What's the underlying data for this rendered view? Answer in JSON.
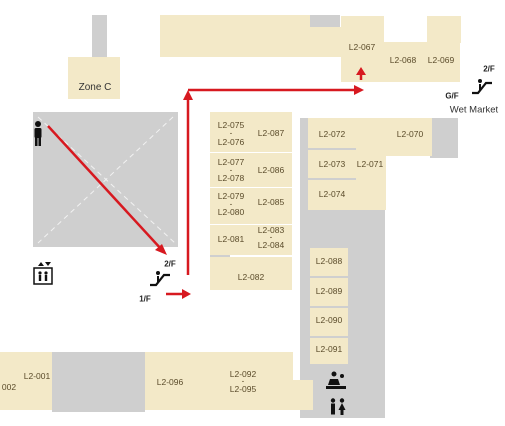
{
  "shops": [
    {
      "id": "L2-067"
    },
    {
      "id": "L2-068"
    },
    {
      "id": "L2-069"
    },
    {
      "id": "L2-072"
    },
    {
      "id": "L2-070"
    },
    {
      "id": "L2-073"
    },
    {
      "id": "L2-071"
    },
    {
      "id": "L2-074"
    },
    {
      "id": "L2-075"
    },
    {
      "id": "L2-076"
    },
    {
      "id": "L2-087"
    },
    {
      "id": "L2-077"
    },
    {
      "id": "L2-078"
    },
    {
      "id": "L2-086"
    },
    {
      "id": "L2-079"
    },
    {
      "id": "L2-080"
    },
    {
      "id": "L2-085"
    },
    {
      "id": "L2-081"
    },
    {
      "id": "L2-083"
    },
    {
      "id": "L2-084"
    },
    {
      "id": "L2-082"
    },
    {
      "id": "L2-088"
    },
    {
      "id": "L2-089"
    },
    {
      "id": "L2-090"
    },
    {
      "id": "L2-091"
    },
    {
      "id": "L2-096"
    },
    {
      "id": "L2-092"
    },
    {
      "id": "L2-095"
    },
    {
      "id": "L2-001"
    },
    {
      "id": "002"
    }
  ],
  "zones": {
    "zone_c": "Zone C"
  },
  "escalators": {
    "left": {
      "up": "2/F",
      "down": "1/F"
    },
    "right": {
      "up": "2/F",
      "down": "G/F",
      "label": "Wet Market"
    }
  },
  "colors": {
    "shop": "#f3e9c8",
    "corridor": "#cfcfcf",
    "route": "#d71920"
  },
  "icons": [
    "person-icon",
    "lift-icon",
    "escalator-icon",
    "baby-care-icon",
    "toilet-icon"
  ]
}
